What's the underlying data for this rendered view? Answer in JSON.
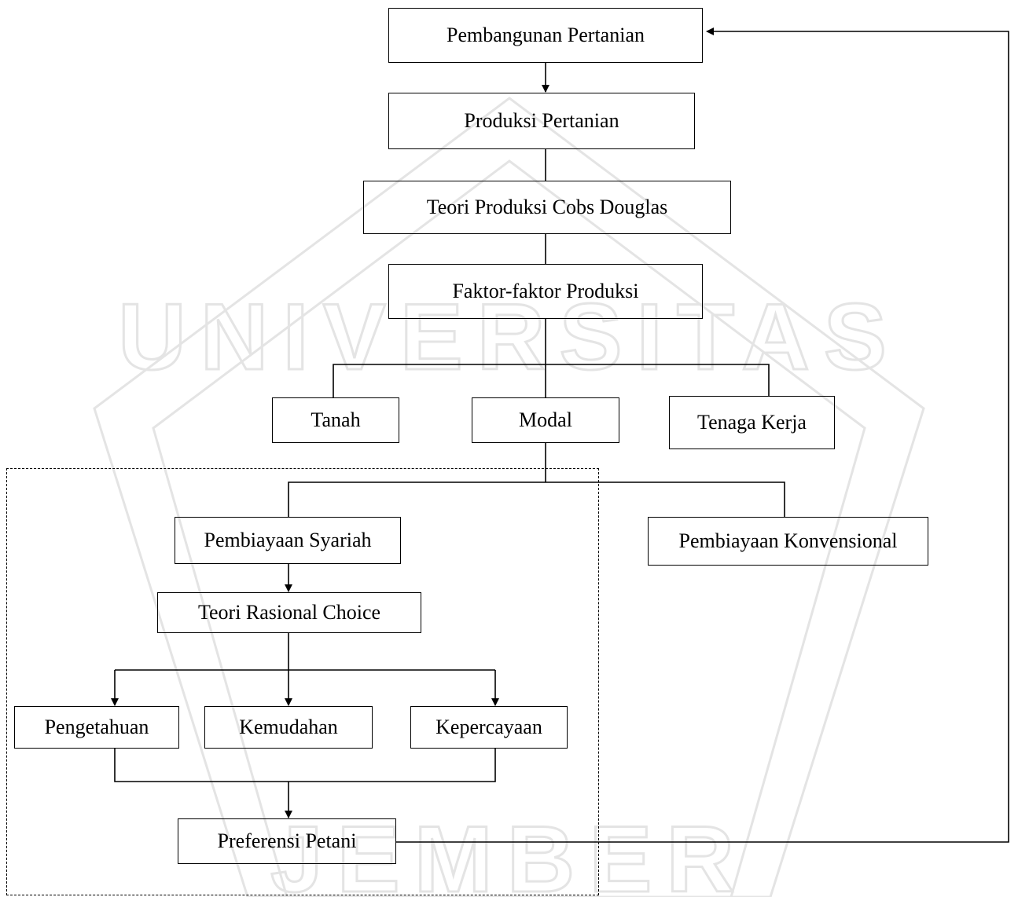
{
  "diagram": {
    "nodes": {
      "pembangunan": "Pembangunan Pertanian",
      "produksi": "Produksi Pertanian",
      "teori_produksi": "Teori Produksi Cobs Douglas",
      "faktor": "Faktor-faktor Produksi",
      "tanah": "Tanah",
      "modal": "Modal",
      "tenaga_kerja": "Tenaga Kerja",
      "syariah": "Pembiayaan Syariah",
      "konvensional": "Pembiayaan Konvensional",
      "rasional": "Teori Rasional Choice",
      "pengetahuan": "Pengetahuan",
      "kemudahan": "Kemudahan",
      "kepercayaan": "Kepercayaan",
      "preferensi": "Preferensi Petani"
    },
    "line_color": "#000000",
    "watermark": {
      "text": "UNIVERSITAS",
      "text_bottom": "JEMBER",
      "color": "#e4e4e4"
    }
  }
}
